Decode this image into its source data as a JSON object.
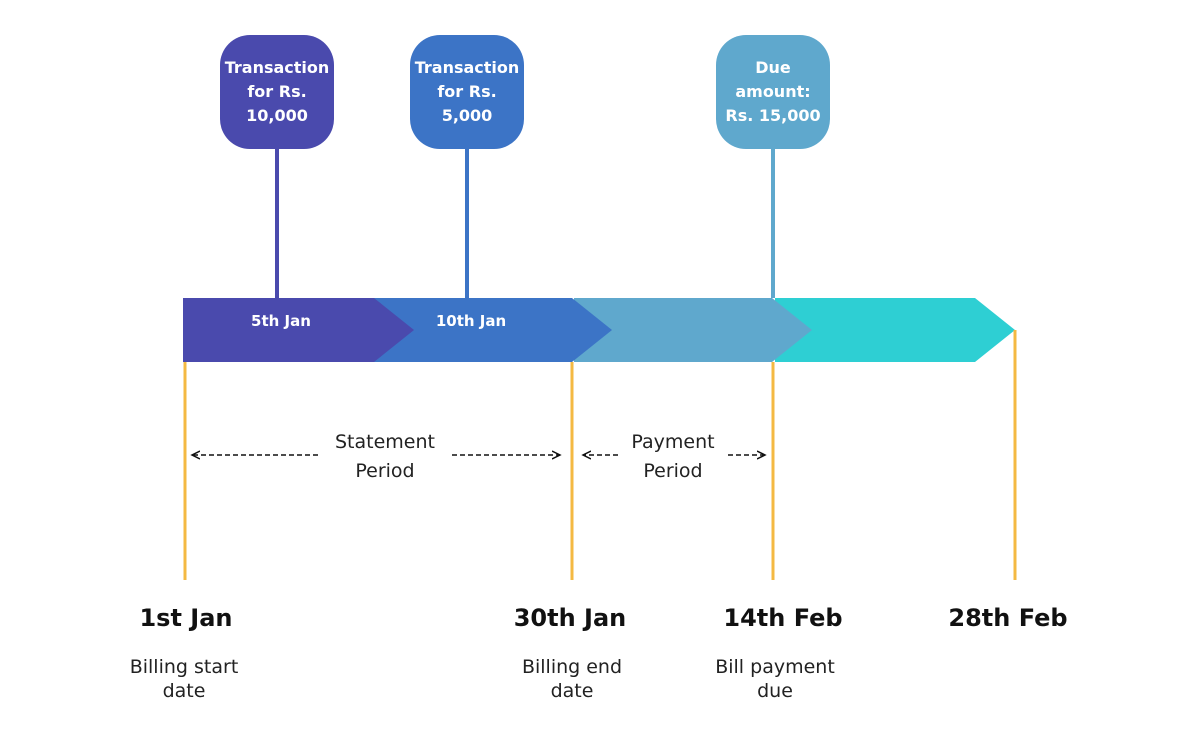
{
  "colors": {
    "segment1": "#4a4aad",
    "segment2": "#3c74c6",
    "segment3": "#5fa8cd",
    "segment4": "#2ecfd3",
    "bubble1": "#4a4aad",
    "bubble2": "#3c74c6",
    "bubble3": "#5fa8cd",
    "marker_line": "#f4b942",
    "dashed_arrow": "#111111"
  },
  "bubbles": [
    {
      "text": "Transaction\nfor Rs.\n10,000"
    },
    {
      "text": "Transaction\nfor Rs.\n5,000"
    },
    {
      "text": "Due\namount:\nRs. 15,000"
    }
  ],
  "segments": [
    {
      "label": "5th Jan"
    },
    {
      "label": "10th Jan"
    }
  ],
  "periods": {
    "statement": "Statement\nPeriod",
    "payment": "Payment\nPeriod"
  },
  "dates": [
    {
      "date": "1st Jan",
      "caption": "Billing start\ndate"
    },
    {
      "date": "30th Jan",
      "caption": "Billing end\ndate"
    },
    {
      "date": "14th Feb",
      "caption": "Bill payment\ndue"
    },
    {
      "date": "28th Feb",
      "caption": ""
    }
  ]
}
